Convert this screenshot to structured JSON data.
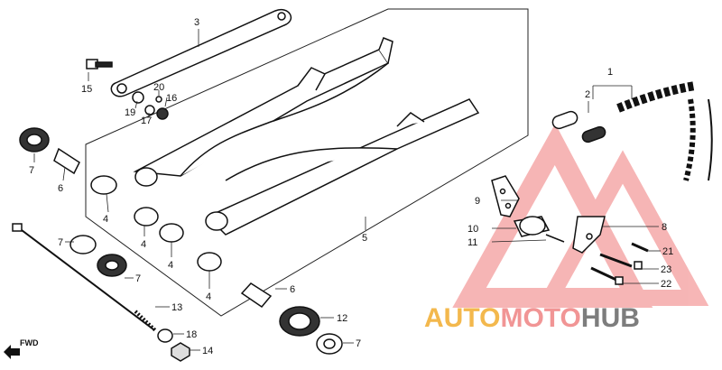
{
  "diagram": {
    "callouts": [
      {
        "id": "c1",
        "text": "1"
      },
      {
        "id": "c2",
        "text": "2"
      },
      {
        "id": "c3",
        "text": "3"
      },
      {
        "id": "c4a",
        "text": "4"
      },
      {
        "id": "c4b",
        "text": "4"
      },
      {
        "id": "c4c",
        "text": "4"
      },
      {
        "id": "c4d",
        "text": "4"
      },
      {
        "id": "c5",
        "text": "5"
      },
      {
        "id": "c6a",
        "text": "6"
      },
      {
        "id": "c6b",
        "text": "6"
      },
      {
        "id": "c7a",
        "text": "7"
      },
      {
        "id": "c7b",
        "text": "7"
      },
      {
        "id": "c7c",
        "text": "7"
      },
      {
        "id": "c7d",
        "text": "7"
      },
      {
        "id": "c8",
        "text": "8"
      },
      {
        "id": "c9",
        "text": "9"
      },
      {
        "id": "c10",
        "text": "10"
      },
      {
        "id": "c11",
        "text": "11"
      },
      {
        "id": "c12",
        "text": "12"
      },
      {
        "id": "c13",
        "text": "13"
      },
      {
        "id": "c14",
        "text": "14"
      },
      {
        "id": "c15",
        "text": "15"
      },
      {
        "id": "c16",
        "text": "16"
      },
      {
        "id": "c17",
        "text": "17"
      },
      {
        "id": "c18",
        "text": "18"
      },
      {
        "id": "c19",
        "text": "19"
      },
      {
        "id": "c20",
        "text": "20"
      },
      {
        "id": "c21",
        "text": "21"
      },
      {
        "id": "c22",
        "text": "22"
      },
      {
        "id": "c23",
        "text": "23"
      }
    ],
    "fwd_label": "FWD"
  },
  "watermark": {
    "part1": "AUTO",
    "part2": "MOTO",
    "part3": "HUB",
    "colors": {
      "auto": "#f2b13a",
      "moto": "#f08a8a",
      "hub": "#6f6f6f",
      "triangle": "#f07a7a"
    }
  }
}
